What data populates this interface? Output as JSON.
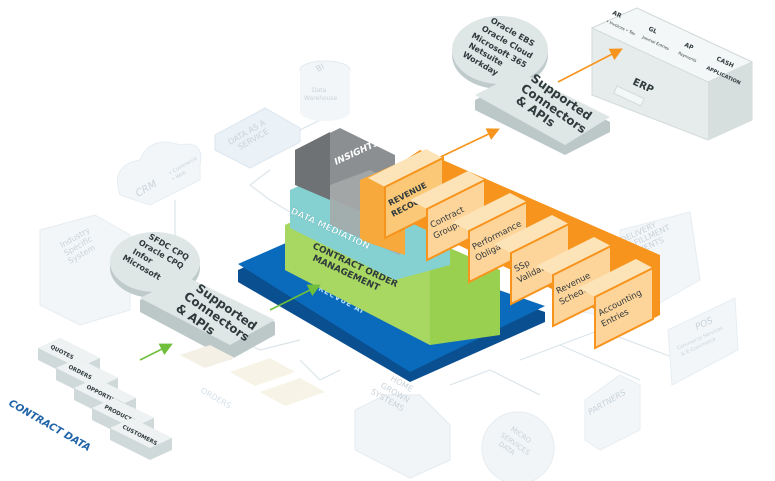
{
  "colors": {
    "orange": "#f7941d",
    "orange_light": "#fdd9a5",
    "green": "#8dc63f",
    "teal": "#7ccdd0",
    "blue": "#0a6bbd",
    "grey": "#8c8f91",
    "panel": "#d9e2e3",
    "faint": "#eef3f6",
    "arrow_green": "#6fbf3c",
    "contract_data_blue": "#1f63a8"
  },
  "erp": {
    "title": "ERP",
    "modules": [
      {
        "name": "AR",
        "detail": "• Invoices • Tax"
      },
      {
        "name": "GL",
        "detail": "Journal Entries"
      },
      {
        "name": "AP",
        "detail": "Payments"
      },
      {
        "name": "CASH",
        "detail": "APPLICATION"
      }
    ]
  },
  "erp_systems": [
    "Oracle EBS",
    "Oracle Cloud",
    "Microsoft 365",
    "Netsuite",
    "Workday"
  ],
  "connectors_top": [
    "Supported",
    "Connectors",
    "& APIs"
  ],
  "cpq_systems": [
    "SFDC CPQ",
    "Oracle CPQ",
    "Infor",
    "Microsoft"
  ],
  "connectors_left": [
    "Supported",
    "Connectors",
    "& APIs"
  ],
  "contract_data": {
    "label": "CONTRACT DATA",
    "items": [
      "QUOTES",
      "ORDERS",
      "OPPORTUNITIES",
      "PRODUCTS",
      "CUSTOMERS"
    ]
  },
  "faint_sources": {
    "bi": [
      "BI",
      "Data",
      "Warehouse"
    ],
    "daas": [
      "DATA AS A",
      "SERVICE"
    ],
    "crm": [
      "CRM",
      "• Commerce",
      "• Web"
    ],
    "industry": [
      "Industry",
      "Specific",
      "System"
    ],
    "orders": "ORDERS",
    "home": [
      "HOME",
      "GROWN",
      "SYSTEMS"
    ],
    "micro": [
      "MICRO",
      "SERVICES",
      "DATA"
    ],
    "partners": "PARTNERS",
    "pos": [
      "POS",
      "Commerce Services",
      "& E-Commerce"
    ],
    "delivery": [
      "DELIVERY",
      "FULFILLMENT",
      "EVENTS"
    ]
  },
  "platform": {
    "insights": "INSIGHTS",
    "data_mediation": "DATA MEDIATION",
    "com": [
      "CONTRACT ORDER",
      "MANAGEMENT"
    ],
    "brand": "RECVUE AI"
  },
  "revenue_steps": [
    [
      "REVENUE",
      "RECOGNITION"
    ],
    [
      "Contract",
      "Grouping"
    ],
    [
      "Performance",
      "Obligations"
    ],
    [
      "SSp",
      "Validation"
    ],
    [
      "Revenue",
      "Schedules"
    ],
    [
      "Accounting",
      "Entries"
    ]
  ]
}
